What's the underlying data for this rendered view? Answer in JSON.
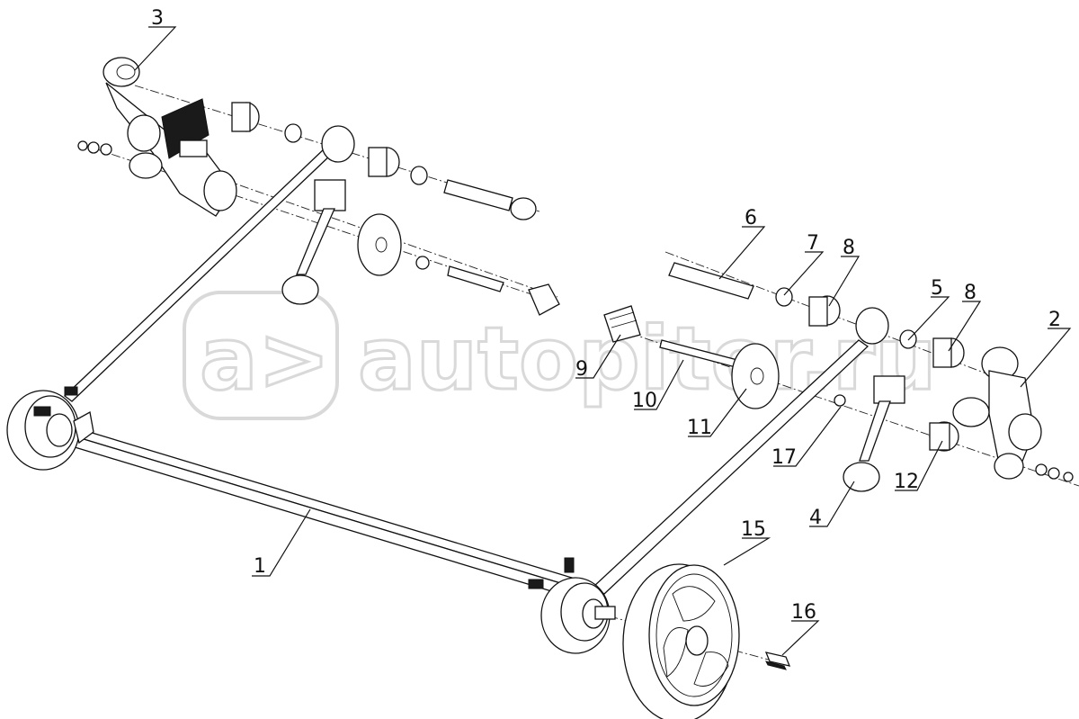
{
  "diagram": {
    "callouts": [
      {
        "id": "1",
        "label": "1"
      },
      {
        "id": "2",
        "label": "2"
      },
      {
        "id": "3",
        "label": "3"
      },
      {
        "id": "4",
        "label": "4"
      },
      {
        "id": "5",
        "label": "5"
      },
      {
        "id": "6",
        "label": "6"
      },
      {
        "id": "7",
        "label": "7"
      },
      {
        "id": "8a",
        "label": "8"
      },
      {
        "id": "8b",
        "label": "8"
      },
      {
        "id": "9",
        "label": "9"
      },
      {
        "id": "10",
        "label": "10"
      },
      {
        "id": "11",
        "label": "11"
      },
      {
        "id": "12",
        "label": "12"
      },
      {
        "id": "15",
        "label": "15"
      },
      {
        "id": "16",
        "label": "16"
      },
      {
        "id": "17",
        "label": "17"
      }
    ]
  },
  "watermark": {
    "logo_glyph": "a>",
    "text": "autopiter.ru"
  }
}
